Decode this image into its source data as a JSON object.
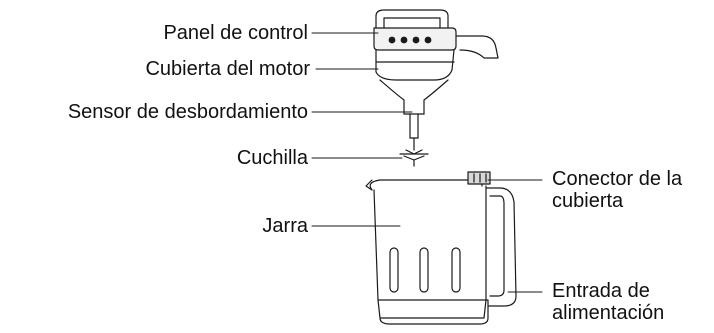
{
  "labels": {
    "control_panel": "Panel de control",
    "motor_cover": "Cubierta del motor",
    "overflow_sensor": "Sensor de desbordamiento",
    "blade": "Cuchilla",
    "jug": "Jarra",
    "cover_connector_line1": "Conector de la",
    "cover_connector_line2": "cubierta",
    "power_inlet_line1": "Entrada de",
    "power_inlet_line2": "alimentación"
  },
  "colors": {
    "line": "#1a1a1a",
    "text": "#111111",
    "shade": "#d8d8d8"
  }
}
